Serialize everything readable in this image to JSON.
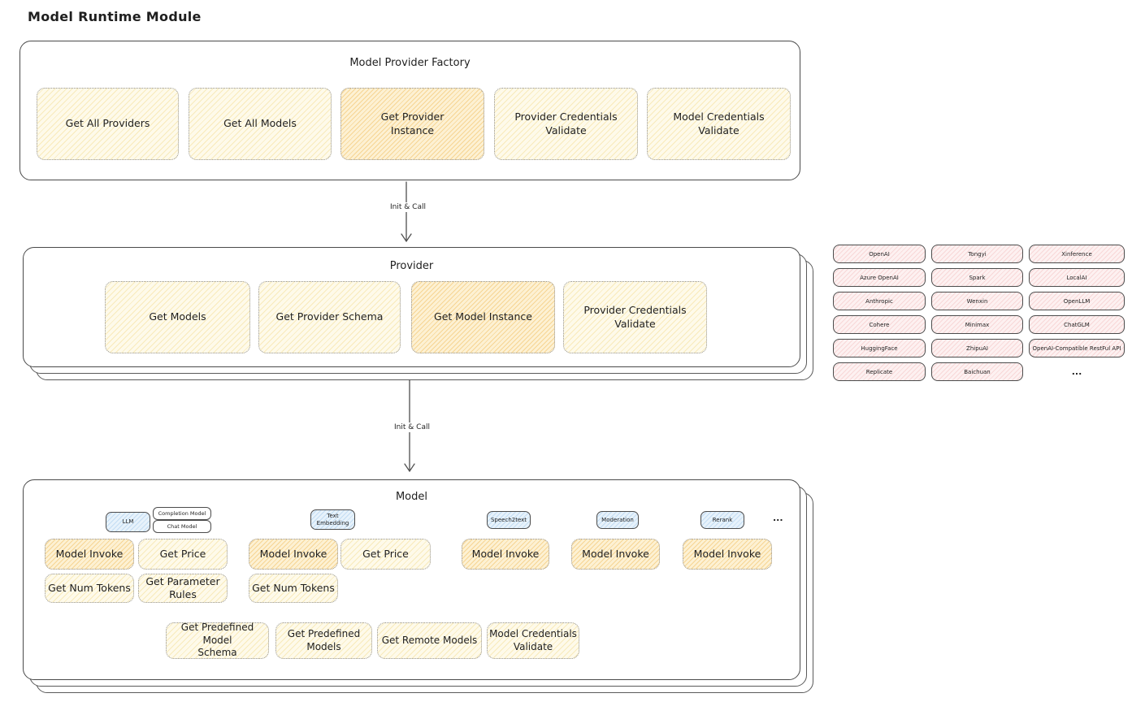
{
  "page": {
    "title": "Model Runtime Module"
  },
  "colors": {
    "yellow_box_bg": "#fefaea",
    "yellow_box_hatch": "#f2d782",
    "orange_box_bg": "#fdf1d3",
    "orange_box_hatch": "#f0b955",
    "pink_box_bg": "#fdf1f1",
    "pink_box_hatch": "#f2bebe",
    "blue_tab_bg": "#e7f2fb",
    "blue_tab_hatch": "#a0c8eb",
    "border_dark": "#4a4a4a",
    "border_dotted": "#949494",
    "text": "#1f1f1f"
  },
  "factory": {
    "title": "Model Provider Factory",
    "boxes": [
      {
        "label": "Get All Providers",
        "highlight": false
      },
      {
        "label": "Get All Models",
        "highlight": false
      },
      {
        "label": "Get Provider\nInstance",
        "highlight": true
      },
      {
        "label": "Provider Credentials\nValidate",
        "highlight": false
      },
      {
        "label": "Model Credentials\nValidate",
        "highlight": false
      }
    ]
  },
  "flow": {
    "arrow1_label": "Init & Call",
    "arrow2_label": "Init & Call"
  },
  "provider": {
    "title": "Provider",
    "boxes": [
      {
        "label": "Get Models",
        "highlight": false
      },
      {
        "label": "Get Provider Schema",
        "highlight": false
      },
      {
        "label": "Get Model Instance",
        "highlight": true
      },
      {
        "label": "Provider Credentials\nValidate",
        "highlight": false
      }
    ]
  },
  "provider_list": {
    "items": [
      "OpenAI",
      "Tongyi",
      "Xinference",
      "Azure OpenAI",
      "Spark",
      "LocalAI",
      "Anthropic",
      "Wenxin",
      "OpenLLM",
      "Cohere",
      "Minimax",
      "ChatGLM",
      "HuggingFace",
      "ZhipuAI",
      "OpenAI-Compatible RestFul API",
      "Replicate",
      "Baichuan"
    ],
    "more": "..."
  },
  "model": {
    "title": "Model",
    "tabs": {
      "llm": "LLM",
      "completion": "Completion Model",
      "chat": "Chat Model",
      "text_embedding": "Text\nEmbedding",
      "speech2text": "Speech2text",
      "moderation": "Moderation",
      "rerank": "Rerank",
      "more": "..."
    },
    "ops": {
      "llm": [
        "Model Invoke",
        "Get Price",
        "Get Num Tokens",
        "Get Parameter\nRules"
      ],
      "text_embedding": [
        "Model Invoke",
        "Get Price",
        "Get Num Tokens"
      ],
      "speech2text": [
        "Model Invoke"
      ],
      "moderation": [
        "Model Invoke"
      ],
      "rerank": [
        "Model Invoke"
      ]
    },
    "common": [
      "Get Predefined Model\nSchema",
      "Get Predefined\nModels",
      "Get Remote Models",
      "Model Credentials\nValidate"
    ]
  }
}
